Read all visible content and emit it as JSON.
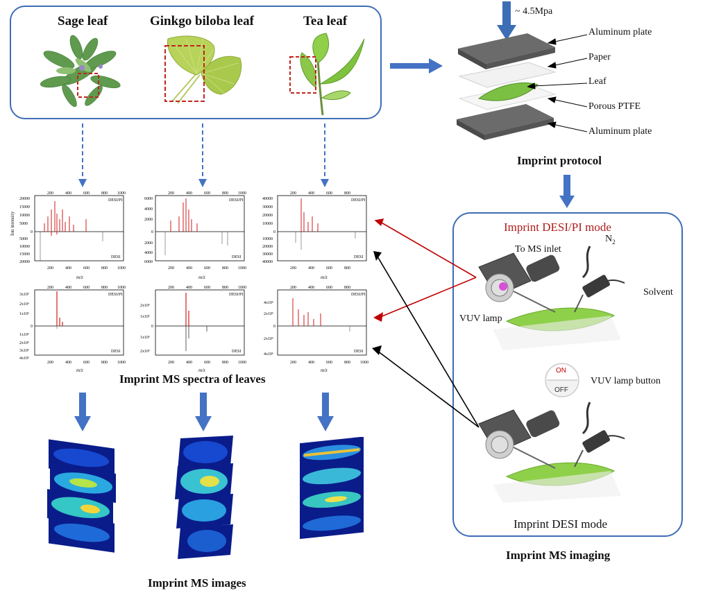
{
  "leaves": {
    "sage": "Sage leaf",
    "ginkgo": "Ginkgo biloba leaf",
    "tea": "Tea leaf"
  },
  "protocol": {
    "pressure": "~ 4.5Mpa",
    "layer1": "Aluminum plate",
    "layer2": "Paper",
    "layer3": "Leaf",
    "layer4": "Porous PTFE",
    "layer5": "Aluminum plate",
    "title": "Imprint protocol"
  },
  "spectra": {
    "title": "Imprint MS spectra of leaves",
    "ylabel": "Ion intensity",
    "xlabel": "m/z",
    "mode_top": "DESI/PI",
    "mode_bottom": "DESI",
    "xticks": [
      "200",
      "400",
      "600",
      "800",
      "1000"
    ],
    "s1_top_yticks": [
      "20000",
      "15000",
      "10000",
      "5000",
      "0"
    ],
    "s1_bot_yticks": [
      "5000",
      "10000",
      "15000",
      "20000"
    ],
    "s2_top_yticks": [
      "6000",
      "4000",
      "2000",
      "0"
    ],
    "s2_bot_yticks": [
      "2000",
      "4000",
      "6000"
    ],
    "s3_top_yticks": [
      "40000",
      "30000",
      "20000",
      "10000",
      "0"
    ],
    "s3_bot_yticks": [
      "10000",
      "20000",
      "30000",
      "40000"
    ],
    "s4_top_yticks": [
      "3x10⁶",
      "2x10⁶",
      "1x10⁶",
      "0"
    ],
    "s4_bot_yticks": [
      "1x10⁶",
      "2x10⁶",
      "3x10⁶",
      "4x10⁶"
    ],
    "s5_top_yticks": [
      "2x10⁶",
      "1x10⁶",
      "0"
    ],
    "s5_bot_yticks": [
      "1x10⁶",
      "2x10⁶"
    ],
    "s6_top_yticks": [
      "4x10⁶",
      "2x10⁶",
      "0"
    ],
    "s6_bot_yticks": [
      "2x10⁶",
      "4x10⁶"
    ]
  },
  "images_title": "Imprint MS images",
  "imaging": {
    "mode1": "Imprint DESI/PI mode",
    "ms_inlet": "To MS inlet",
    "n2": "N",
    "n2_sub": "2",
    "solvent": "Solvent",
    "vuv_lamp": "VUV lamp",
    "on": "ON",
    "off": "OFF",
    "button": "VUV lamp button",
    "mode2": "Imprint DESI mode",
    "title": "Imprint MS imaging"
  },
  "colors": {
    "frame": "#3d6db5",
    "arrow_blue": "#4472c4",
    "arrow_red": "#c00000",
    "mode_red": "#b01c1c",
    "peak_red": "#d21a1a"
  }
}
